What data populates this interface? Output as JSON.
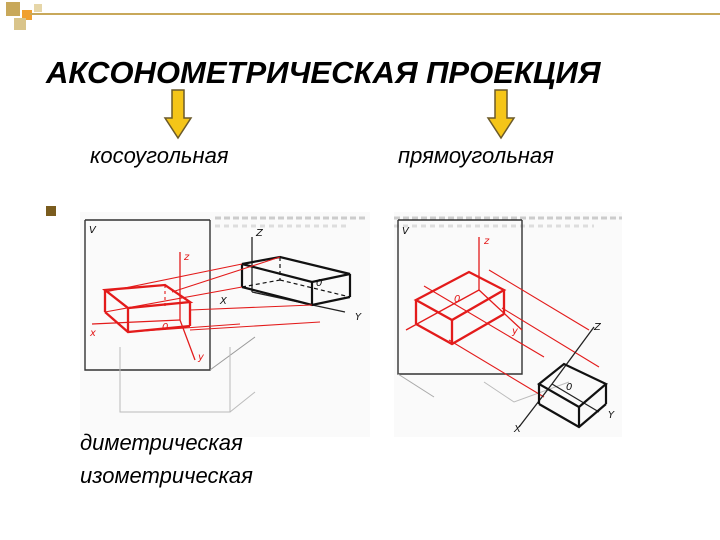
{
  "slide": {
    "title": "АКСОНОМЕТРИЧЕСКАЯ ПРОЕКЦИЯ",
    "left_label": "косоугольная",
    "right_label": "прямоугольная",
    "bottom_line1": "диметрическая",
    "bottom_line2": "изометрическая"
  },
  "figure_left": {
    "labels": {
      "v": "V",
      "z_big": "Z",
      "z_small": "z",
      "x_small": "x",
      "x_big": "X",
      "y_small": "y",
      "y_big": "Y",
      "o_small": "0",
      "o_big": "0"
    }
  },
  "figure_right": {
    "labels": {
      "v": "V",
      "z_small": "z",
      "z_big": "Z",
      "o_small": "0",
      "o_big": "0",
      "y_small": "y",
      "x_big": "X",
      "y_big": "Y"
    }
  },
  "colors": {
    "accent_red": "#e31b1b",
    "arrow_fill": "#f5c518",
    "bullet": "#7a5c1e",
    "decor_gold": "#c8a85a"
  }
}
